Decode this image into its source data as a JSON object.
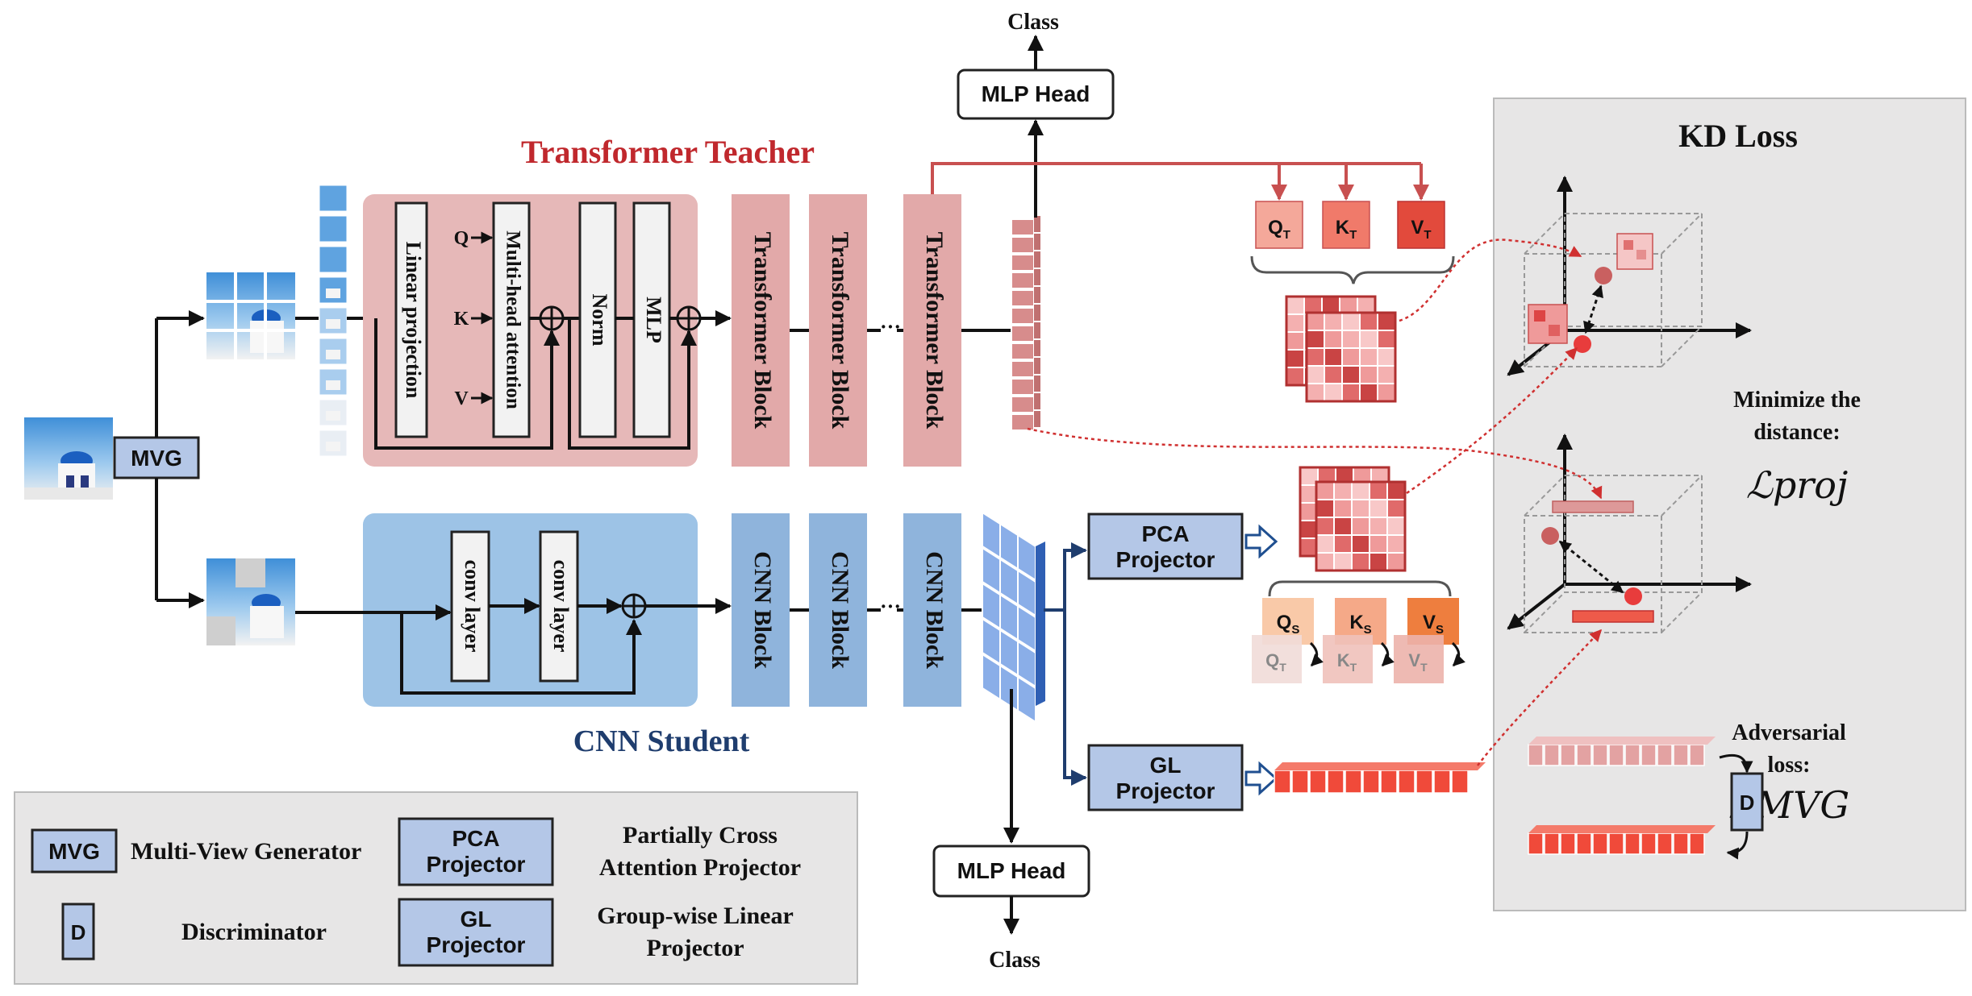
{
  "teacher": {
    "title": "Transformer Teacher",
    "q": "Q",
    "k": "K",
    "v": "V",
    "linear_projection": "Linear projection",
    "attention": "Multi-head attention",
    "norm": "Norm",
    "mlp": "MLP",
    "block_label": "Transformer Block",
    "ellipsis": "···"
  },
  "student": {
    "title": "CNN Student",
    "conv_label": "conv layer",
    "block_label": "CNN Block",
    "ellipsis": "···"
  },
  "heads": {
    "top_head": "MLP Head",
    "top_class": "Class",
    "bottom_head": "MLP Head",
    "bottom_class": "Class"
  },
  "mvg": "MVG",
  "projectors": {
    "pca_line1": "PCA",
    "pca_line2": "Projector",
    "gl_line1": "GL",
    "gl_line2": "Projector"
  },
  "qkv": {
    "teacher": [
      "Q",
      "K",
      "V"
    ],
    "teacher_sub": "T",
    "student_sub": "S"
  },
  "kd": {
    "title": "KD Loss",
    "minimize_line1": "Minimize the",
    "minimize_line2": "distance:",
    "proj_loss": "ℒproj",
    "adv_line1": "Adversarial",
    "adv_line2": "loss:",
    "mvg_loss": "ℒMVG",
    "discriminator": "D"
  },
  "legend": {
    "mvg_key": "MVG",
    "mvg_desc": "Multi-View Generator",
    "d_key": "D",
    "d_desc": "Discriminator",
    "pca_key_line1": "PCA",
    "pca_key_line2": "Projector",
    "pca_desc_line1": "Partially Cross",
    "pca_desc_line2": "Attention Projector",
    "gl_key_line1": "GL",
    "gl_key_line2": "Projector",
    "gl_desc_line1": "Group-wise Linear",
    "gl_desc_line2": "Projector"
  },
  "colors": {
    "teacher_bg": "#e6b8b8",
    "teacher_block": "#e2a9a9",
    "student_bg": "#9dc3e6",
    "student_block": "#8fb4dc",
    "projector": "#b4c7e7",
    "teacher_title": "#c0282d",
    "student_title": "#1f3d6e",
    "panel_bg": "#e7e6e6"
  }
}
